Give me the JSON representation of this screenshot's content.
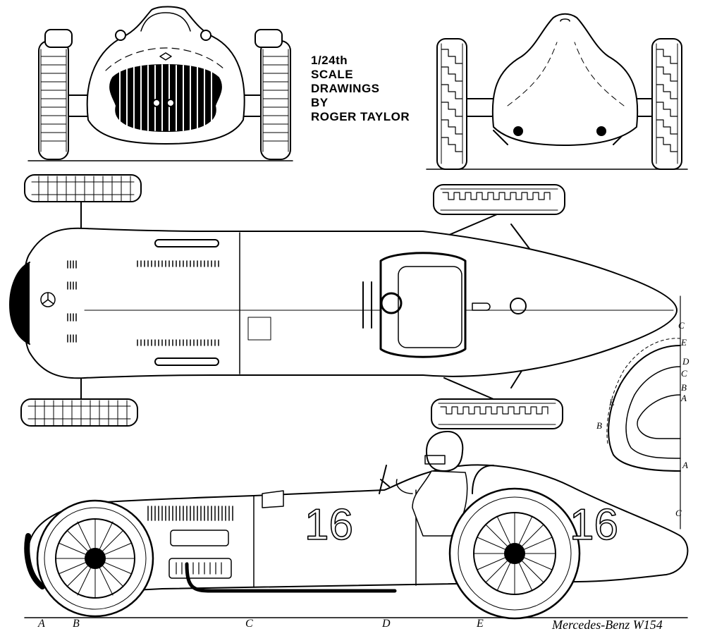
{
  "credit": {
    "line1": "1/24th",
    "line2": "SCALE",
    "line3": "DRAWINGS",
    "line4": "BY",
    "line5": "ROGER TAYLOR"
  },
  "stations": [
    "A",
    "B",
    "C",
    "D",
    "E"
  ],
  "section_labels": {
    "c_top": "C",
    "e_1": "E",
    "d": "D",
    "c_2": "C",
    "b_1": "B",
    "a_1": "A",
    "e_2": "E",
    "b_2": "B",
    "a_2": "A",
    "c_bottom": "C"
  },
  "race_number": "16",
  "model_name": "Mercedes-Benz W154"
}
